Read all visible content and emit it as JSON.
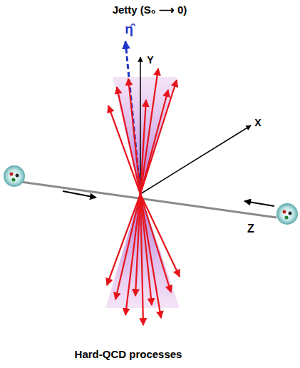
{
  "diagram": {
    "title": "Jetty (S₀ ⟶ 0)",
    "caption": "Hard-QCD processes",
    "labels": [
      "η̂",
      "Y",
      "X",
      "Z"
    ]
  }
}
